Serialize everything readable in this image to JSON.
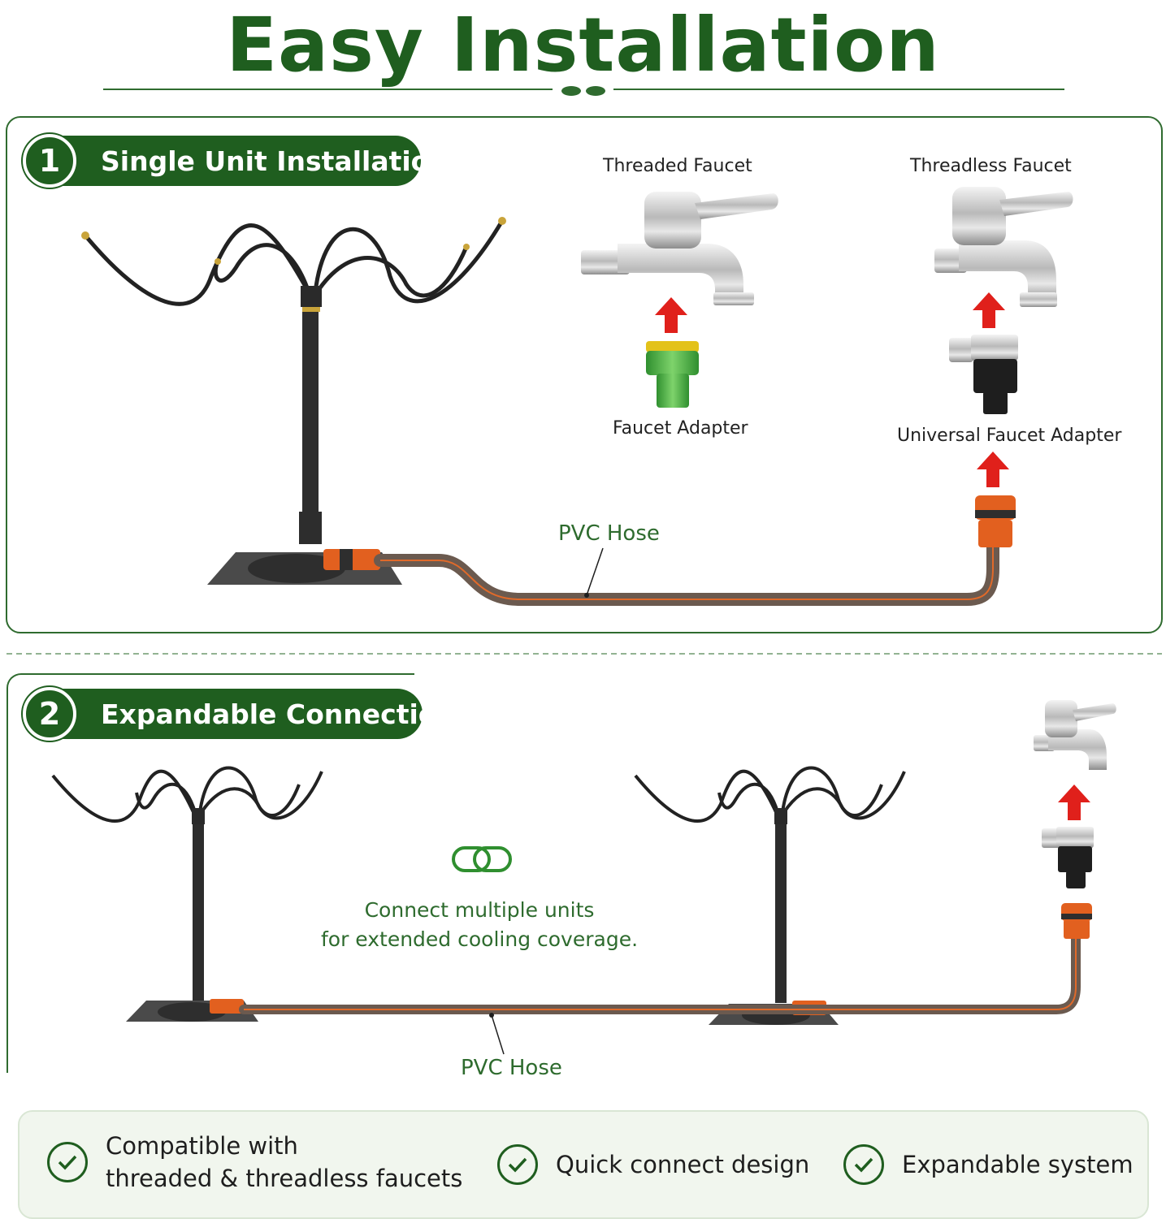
{
  "title": "Easy Installation",
  "section1": {
    "number": "1",
    "label": "Single Unit Installation",
    "threaded_faucet": "Threaded Faucet",
    "threadless_faucet": "Threadless Faucet",
    "faucet_adapter": "Faucet Adapter",
    "universal_adapter": "Universal Faucet Adapter",
    "hose": "PVC Hose"
  },
  "section2": {
    "number": "2",
    "label": "Expandable Connection",
    "note_line1": "Connect multiple units",
    "note_line2": "for extended cooling coverage.",
    "hose": "PVC Hose"
  },
  "features": [
    {
      "line1": "Compatible with",
      "line2": "threaded & threadless faucets"
    },
    {
      "line1": "Quick connect design",
      "line2": ""
    },
    {
      "line1": "Expandable system",
      "line2": ""
    }
  ],
  "colors": {
    "brand_green": "#1f5e1f",
    "hose": "#6b5a4f",
    "hose_stripe": "#e06a2a",
    "arrow": "#e0201b",
    "adapter_green": "#3aa83a",
    "adapter_yellow": "#e3c21a"
  }
}
